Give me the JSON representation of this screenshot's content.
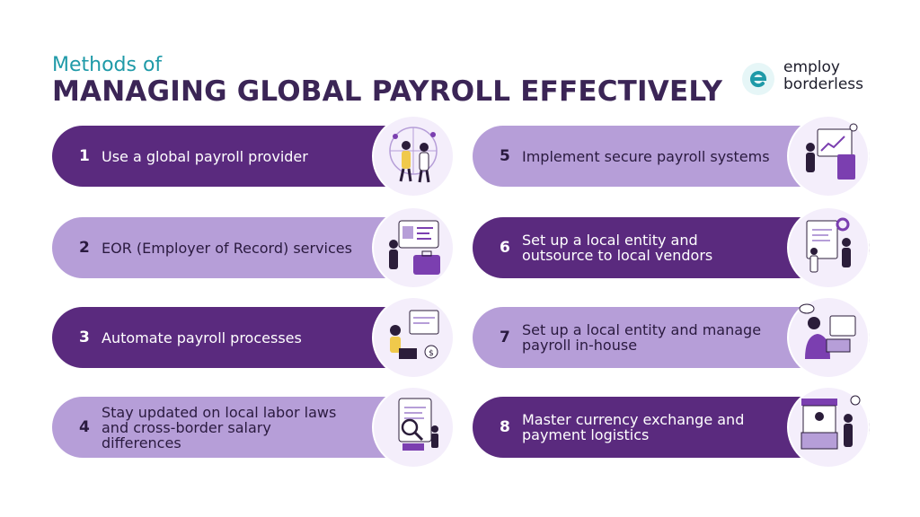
{
  "header": {
    "subtitle": "Methods of",
    "title": "MANAGING GLOBAL PAYROLL EFFECTIVELY"
  },
  "logo": {
    "line1": "employ",
    "line2": "borderless",
    "mark_letter": "e",
    "mark_color": "#1f9aa8"
  },
  "colors": {
    "dark_pill": "#5a2a7e",
    "light_pill": "#b69ed8",
    "title": "#3b2556",
    "accent": "#1f9aa8"
  },
  "methods": [
    {
      "number": "1",
      "label": "Use a global payroll provider",
      "style": "dark",
      "icon": "global-team-illustration"
    },
    {
      "number": "2",
      "label": "EOR (Employer of Record) services",
      "style": "light",
      "icon": "employee-id-briefcase-illustration"
    },
    {
      "number": "3",
      "label": "Automate payroll processes",
      "style": "dark",
      "icon": "payroll-automation-illustration"
    },
    {
      "number": "4",
      "label": "Stay updated on local labor laws and cross-border salary differences",
      "style": "light",
      "icon": "legal-document-illustration"
    },
    {
      "number": "5",
      "label": "Implement secure payroll systems",
      "style": "light",
      "icon": "secure-system-illustration"
    },
    {
      "number": "6",
      "label": "Set up a local entity and outsource to local vendors",
      "style": "dark",
      "icon": "vendor-outsourcing-illustration"
    },
    {
      "number": "7",
      "label": "Set up a local entity and manage payroll in-house",
      "style": "light",
      "icon": "in-house-payroll-illustration"
    },
    {
      "number": "8",
      "label": "Master currency exchange and payment logistics",
      "style": "dark",
      "icon": "currency-exchange-illustration"
    }
  ]
}
